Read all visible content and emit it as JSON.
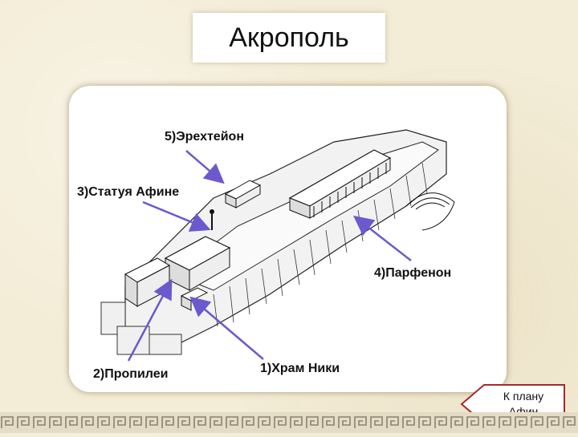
{
  "slide": {
    "title": "Акрополь",
    "background_color": "#f3ecd6"
  },
  "labels": {
    "erechtheion": "5)Эрехтейон",
    "athena_statue": "3)Статуя Афине",
    "parthenon": "4)Парфенон",
    "propylaea": "2)Пропилеи",
    "temple_nike": "1)Храм Ники"
  },
  "nav": {
    "back_label": "К плану\nАфин",
    "icon": "left-arrow-icon"
  },
  "colors": {
    "arrow": "#6a5acd",
    "drawing_ink": "#111111"
  }
}
